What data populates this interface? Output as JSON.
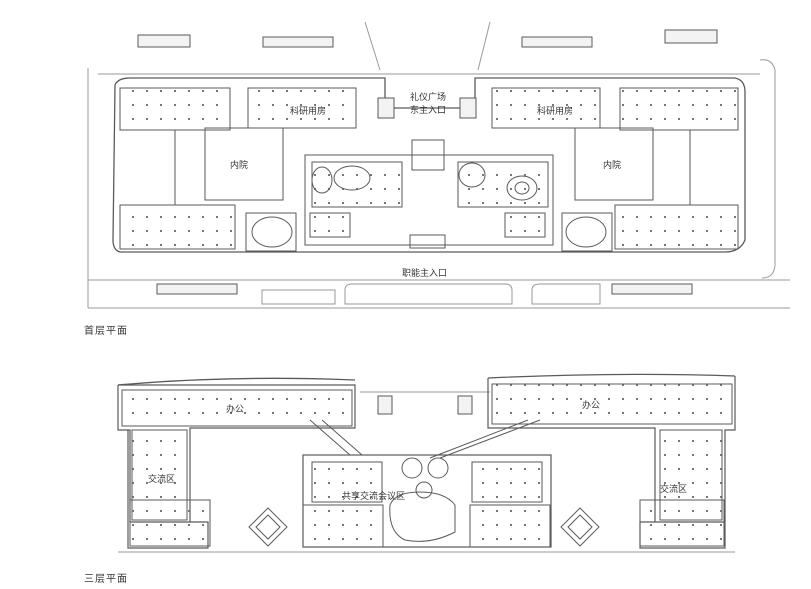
{
  "plans": [
    {
      "caption": "首层平面",
      "labels": {
        "ceremony_plaza": "礼仪广场",
        "east_main_entrance": "东主入口",
        "research_left": "科研用房",
        "research_right": "科研用房",
        "courtyard_left": "内院",
        "courtyard_right": "内院",
        "functional_main_entrance": "职能主入口"
      }
    },
    {
      "caption": "三层平面",
      "labels": {
        "office_left": "办公",
        "office_right": "办公",
        "exchange_left": "交流区",
        "exchange_right": "交流区",
        "shared_hall": "共享交流会议区"
      }
    }
  ],
  "colors": {
    "line": "#5a5a5a",
    "light": "#9a9a9a",
    "fill": "#f3f3f3"
  }
}
